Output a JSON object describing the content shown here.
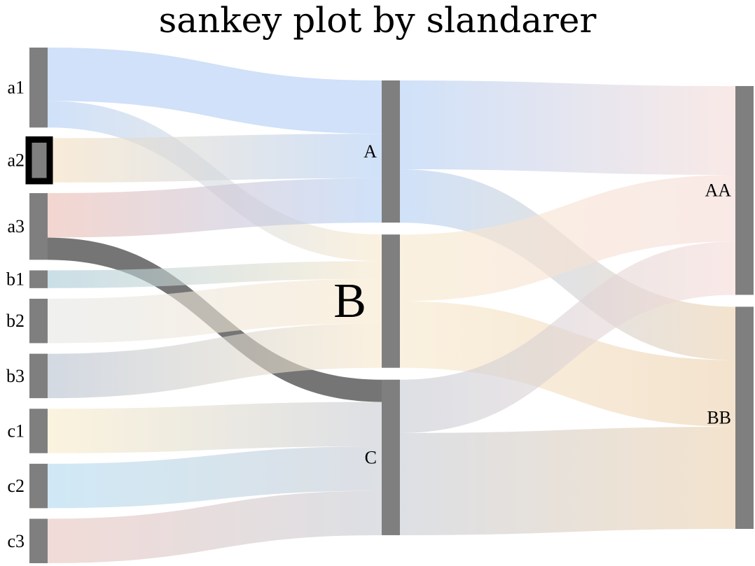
{
  "chart_data": {
    "type": "sankey",
    "title": "sankey plot by slandarer",
    "levels": [
      {
        "nodes": [
          {
            "name": "a1"
          },
          {
            "name": "a2"
          },
          {
            "name": "a3"
          },
          {
            "name": "b1"
          },
          {
            "name": "b2"
          },
          {
            "name": "b3"
          },
          {
            "name": "c1"
          },
          {
            "name": "c2"
          },
          {
            "name": "c3"
          }
        ]
      },
      {
        "nodes": [
          {
            "name": "A"
          },
          {
            "name": "B",
            "highlight": true
          },
          {
            "name": "C"
          }
        ]
      },
      {
        "nodes": [
          {
            "name": "AA"
          },
          {
            "name": "BB"
          }
        ]
      }
    ],
    "links": [
      {
        "source": "a1",
        "target": "A",
        "value": 12
      },
      {
        "source": "a1",
        "target": "B",
        "value": 6
      },
      {
        "source": "a2",
        "target": "A",
        "value": 10
      },
      {
        "source": "a3",
        "target": "A",
        "value": 10
      },
      {
        "source": "a3",
        "target": "C",
        "value": 5
      },
      {
        "source": "b1",
        "target": "B",
        "value": 4
      },
      {
        "source": "b2",
        "target": "B",
        "value": 10
      },
      {
        "source": "b3",
        "target": "B",
        "value": 10
      },
      {
        "source": "c1",
        "target": "C",
        "value": 10
      },
      {
        "source": "c2",
        "target": "C",
        "value": 10
      },
      {
        "source": "c3",
        "target": "C",
        "value": 10
      },
      {
        "source": "A",
        "target": "AA",
        "value": 20
      },
      {
        "source": "A",
        "target": "BB",
        "value": 12
      },
      {
        "source": "B",
        "target": "AA",
        "value": 15
      },
      {
        "source": "B",
        "target": "BB",
        "value": 15
      },
      {
        "source": "C",
        "target": "AA",
        "value": 12
      },
      {
        "source": "C",
        "target": "BB",
        "value": 23
      }
    ],
    "highlighted_node": "a2",
    "highlighted_link": {
      "source": "a3",
      "target": "C"
    },
    "colors": {
      "node_bar": "#7f7f7f",
      "highlight_link": "#6e6e6e",
      "highlight_node_outline": "#000000",
      "highlight_label": "#0000cc",
      "a1": "#b3cff5",
      "a2": "#f5e0c0",
      "a3": "#ecbdb3",
      "b1": "#a9cbd8",
      "b2": "#e6e6e6",
      "b3": "#b8c2d0",
      "c1": "#f8ecca",
      "c2": "#b3dbf0",
      "c3": "#e8c5bf",
      "A": "#b3cff5",
      "B": "#f8e8cc",
      "C": "#c8ccd4",
      "AA": "#f5dcd8",
      "BB": "#ecd2b0"
    }
  }
}
